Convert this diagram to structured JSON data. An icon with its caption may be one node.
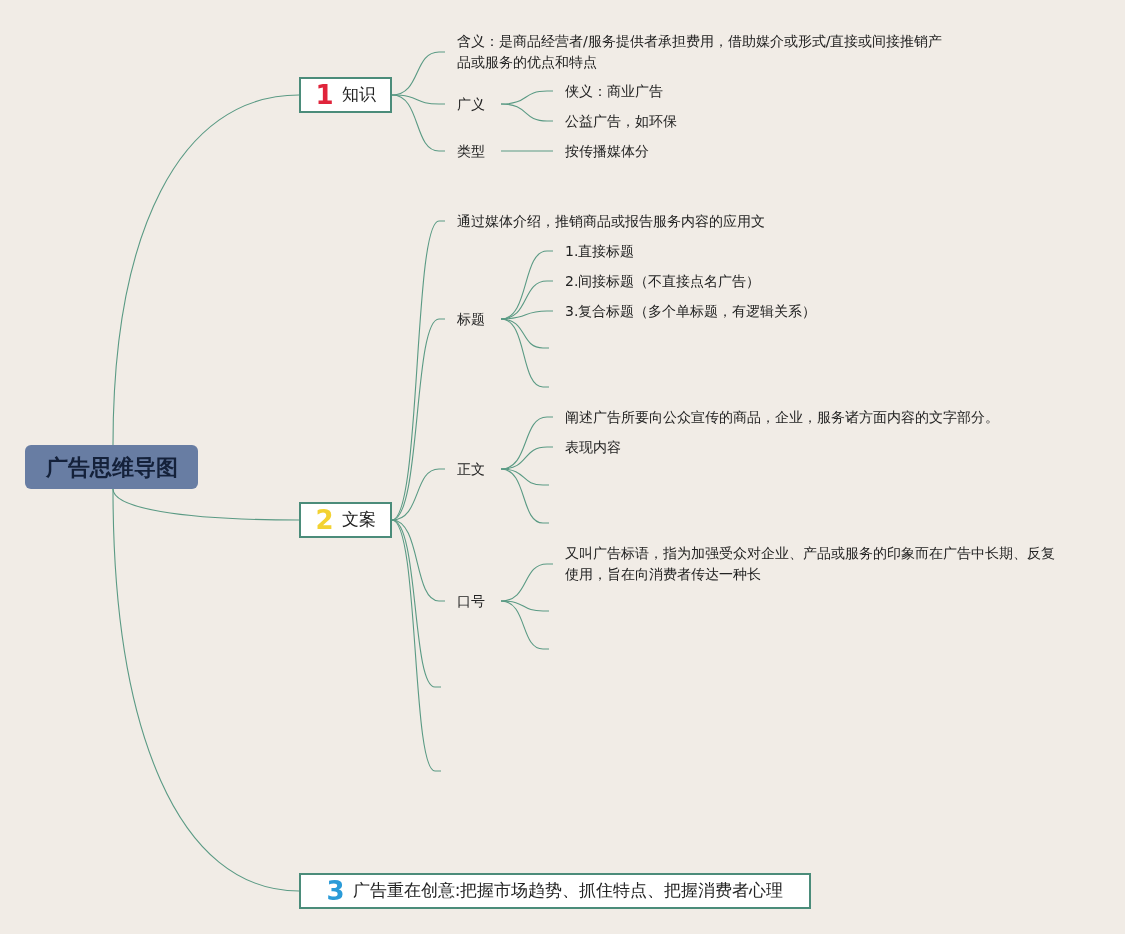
{
  "diagram": {
    "nodes": [
      {
        "text": [
          "广告思维导图"
        ]
      },
      {
        "text": [
          "1",
          "知识"
        ]
      },
      {
        "text": [
          "含义：是商品经营者/服务提供者承担费用，借助媒介或形式/直接或间接推销产品或服务的优点和特点"
        ]
      },
      {
        "text": [
          "广义"
        ]
      },
      {
        "text": [
          "侠义：商业广告"
        ]
      },
      {
        "text": [
          "公益广告，如环保"
        ]
      },
      {
        "text": [
          "类型"
        ]
      },
      {
        "text": [
          "按传播媒体分"
        ]
      },
      {
        "text": [
          "2",
          "文案"
        ]
      },
      {
        "text": [
          "通过媒体介绍，推销商品或报告服务内容的应用文"
        ]
      },
      {
        "text": [
          "标题"
        ]
      },
      {
        "text": [
          "1.直接标题"
        ]
      },
      {
        "text": [
          "2.间接标题（不直接点名广告）"
        ]
      },
      {
        "text": [
          "3.复合标题（多个单标题，有逻辑关系）"
        ]
      },
      {
        "text": [
          "正文"
        ]
      },
      {
        "text": [
          "阐述广告所要向公众宣传的商品，企业，服务诸方面内容的文字部分。"
        ]
      },
      {
        "text": [
          "表现内容"
        ]
      },
      {
        "text": [
          "口号"
        ]
      },
      {
        "text": [
          "又叫广告标语，指为加强受众对企业、产品或服务的印象而在广告中长期、反复使用，旨在向消费者传达一种长"
        ]
      },
      {
        "text": [
          "3",
          "广告重在创意:把握市场趋势、抓住特点、把握消费者心理"
        ]
      }
    ],
    "edges": [
      {
        "from": 0,
        "to": 1,
        "arrow": "none"
      },
      {
        "from": 0,
        "to": 8,
        "arrow": "none"
      },
      {
        "from": 0,
        "to": 19,
        "arrow": "none"
      },
      {
        "from": 1,
        "to": 2,
        "arrow": "none"
      },
      {
        "from": 1,
        "to": 3,
        "arrow": "none"
      },
      {
        "from": 1,
        "to": 6,
        "arrow": "none"
      },
      {
        "from": 3,
        "to": 4,
        "arrow": "none"
      },
      {
        "from": 3,
        "to": 5,
        "arrow": "none"
      },
      {
        "from": 6,
        "to": 7,
        "arrow": "none"
      },
      {
        "from": 8,
        "to": 9,
        "arrow": "none"
      },
      {
        "from": 8,
        "to": 10,
        "arrow": "none"
      },
      {
        "from": 8,
        "to": 14,
        "arrow": "none"
      },
      {
        "from": 8,
        "to": 17,
        "arrow": "none"
      },
      {
        "from": 8,
        "to": null,
        "arrow": "none"
      },
      {
        "from": 8,
        "to": null,
        "arrow": "none"
      },
      {
        "from": 10,
        "to": 11,
        "arrow": "none"
      },
      {
        "from": 10,
        "to": 12,
        "arrow": "none"
      },
      {
        "from": 10,
        "to": 13,
        "arrow": "none"
      },
      {
        "from": 10,
        "to": null,
        "arrow": "none"
      },
      {
        "from": 10,
        "to": null,
        "arrow": "none"
      },
      {
        "from": 14,
        "to": 15,
        "arrow": "none"
      },
      {
        "from": 14,
        "to": 16,
        "arrow": "none"
      },
      {
        "from": 14,
        "to": null,
        "arrow": "none"
      },
      {
        "from": 14,
        "to": null,
        "arrow": "none"
      },
      {
        "from": 17,
        "to": 18,
        "arrow": "none"
      },
      {
        "from": 17,
        "to": null,
        "arrow": "none"
      },
      {
        "from": 17,
        "to": null,
        "arrow": "none"
      }
    ]
  }
}
